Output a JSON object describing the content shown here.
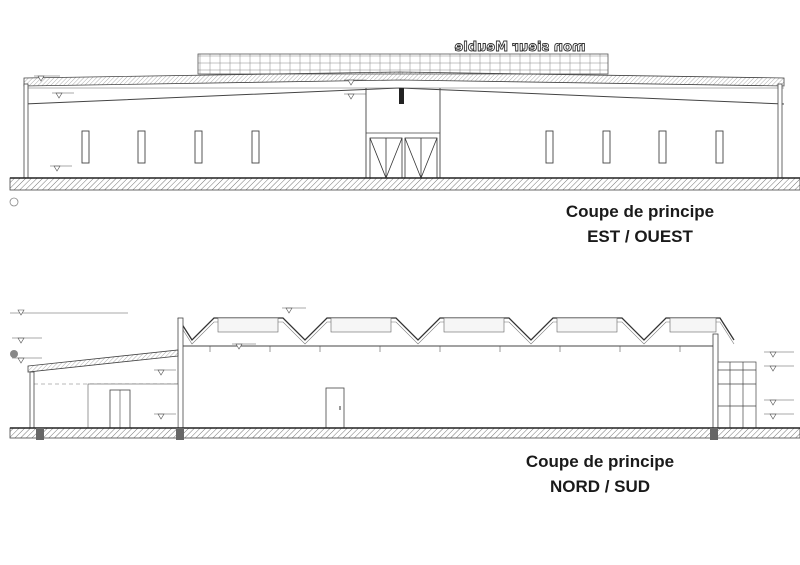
{
  "sections": [
    {
      "id": "est-ouest",
      "caption_line1": "Coupe de principe",
      "caption_line2": "EST / OUEST",
      "roof_sign": "mon sieur Meuble"
    },
    {
      "id": "nord-sud",
      "caption_line1": "Coupe de principe",
      "caption_line2": "NORD / SUD"
    }
  ],
  "colors": {
    "line": "#333333",
    "ground_hatch": "#777777",
    "background": "#ffffff"
  }
}
